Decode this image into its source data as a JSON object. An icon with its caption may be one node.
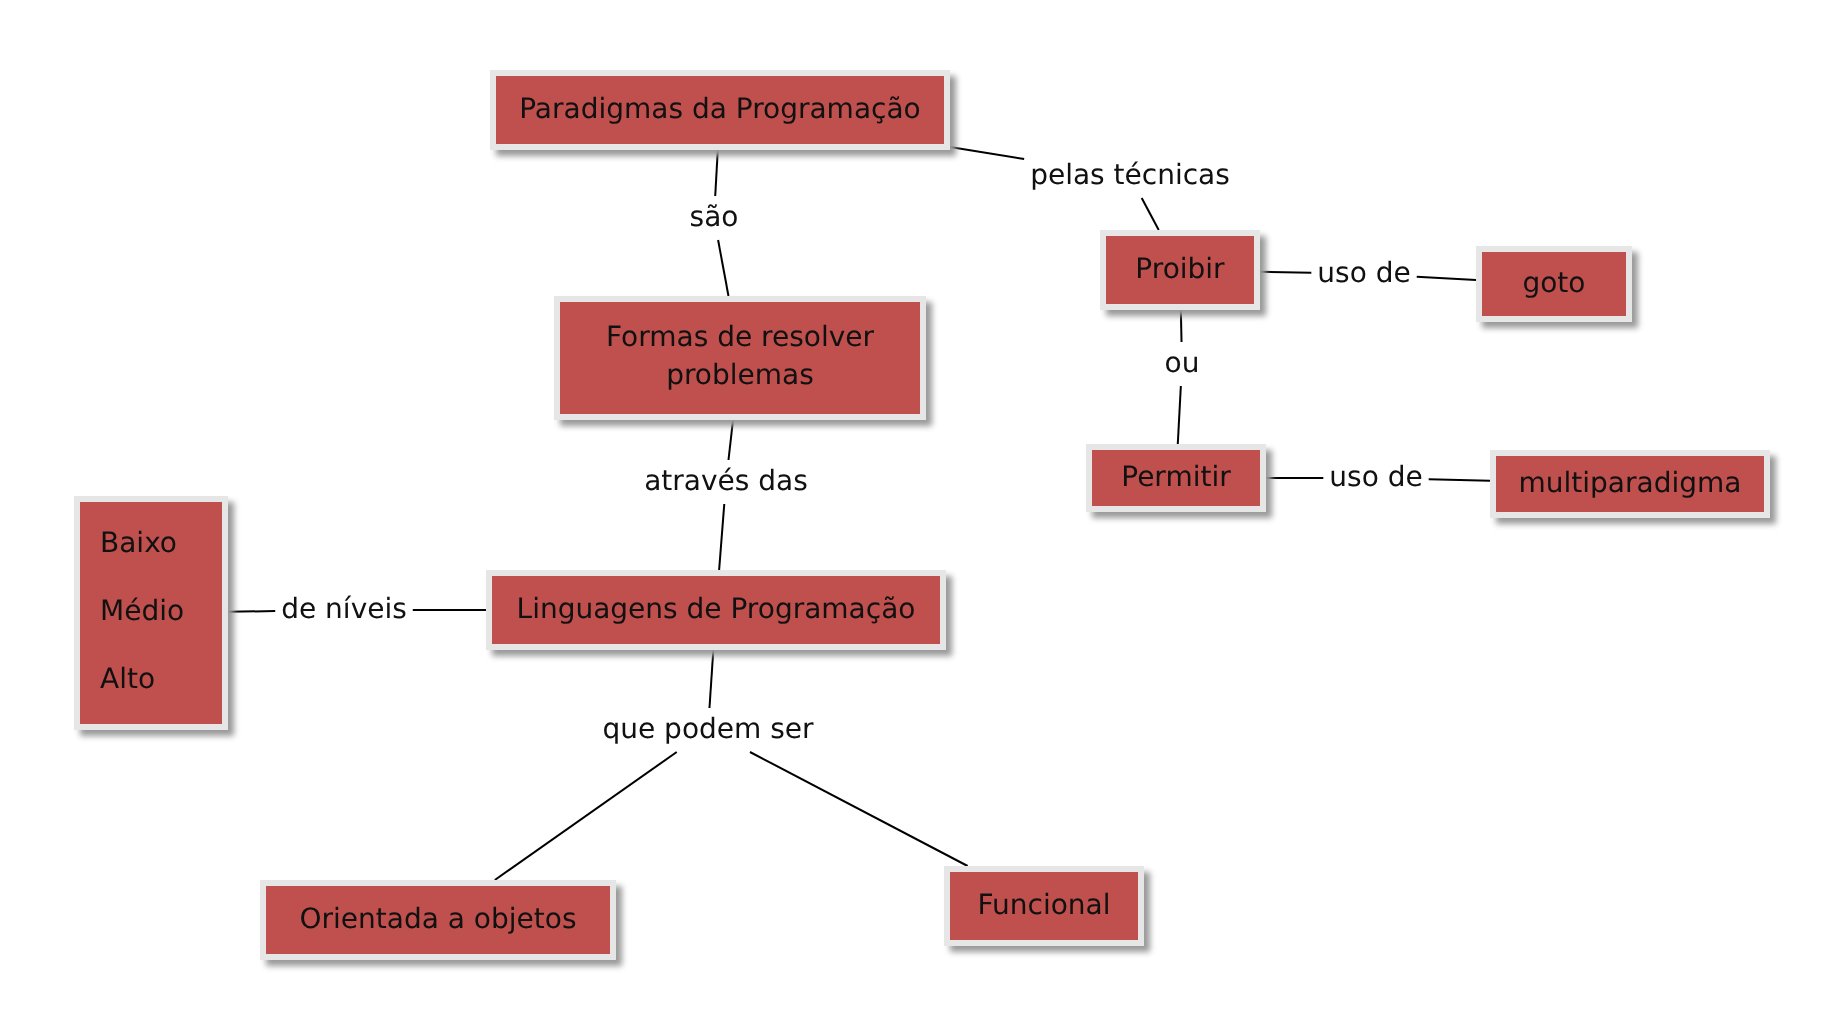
{
  "diagram": {
    "nodes": [
      {
        "text": [
          "Paradigmas da Programação"
        ]
      },
      {
        "text": [
          "são"
        ]
      },
      {
        "text": [
          "pelas técnicas"
        ]
      },
      {
        "text": [
          "Formas de resolver problemas"
        ]
      },
      {
        "text": [
          "Proibir"
        ]
      },
      {
        "text": [
          "uso de"
        ]
      },
      {
        "text": [
          "goto"
        ]
      },
      {
        "text": [
          "ou"
        ]
      },
      {
        "text": [
          "Permitir"
        ]
      },
      {
        "text": [
          "uso de"
        ]
      },
      {
        "text": [
          "multiparadigma"
        ]
      },
      {
        "text": [
          "através das"
        ]
      },
      {
        "text": [
          "Baixo",
          "Médio",
          "Alto"
        ]
      },
      {
        "text": [
          "de níveis"
        ]
      },
      {
        "text": [
          "Linguagens de Programação"
        ]
      },
      {
        "text": [
          "que podem ser"
        ]
      },
      {
        "text": [
          "Orientada a objetos"
        ]
      },
      {
        "text": [
          "Funcional"
        ]
      }
    ],
    "edges": [
      {
        "from": 0,
        "to": 1,
        "arrow": "none"
      },
      {
        "from": 1,
        "to": 3,
        "arrow": "none"
      },
      {
        "from": 0,
        "to": 2,
        "arrow": "none"
      },
      {
        "from": 2,
        "to": 4,
        "arrow": "none"
      },
      {
        "from": 4,
        "to": 5,
        "arrow": "none"
      },
      {
        "from": 5,
        "to": 6,
        "arrow": "none"
      },
      {
        "from": 4,
        "to": 7,
        "arrow": "none"
      },
      {
        "from": 7,
        "to": 8,
        "arrow": "none"
      },
      {
        "from": 8,
        "to": 9,
        "arrow": "none"
      },
      {
        "from": 9,
        "to": 10,
        "arrow": "none"
      },
      {
        "from": 3,
        "to": 11,
        "arrow": "none"
      },
      {
        "from": 11,
        "to": 14,
        "arrow": "none"
      },
      {
        "from": 12,
        "to": 13,
        "arrow": "none"
      },
      {
        "from": 13,
        "to": 14,
        "arrow": "none"
      },
      {
        "from": 14,
        "to": 15,
        "arrow": "none"
      },
      {
        "from": 15,
        "to": 16,
        "arrow": "none"
      },
      {
        "from": 15,
        "to": 17,
        "arrow": "none"
      }
    ]
  }
}
